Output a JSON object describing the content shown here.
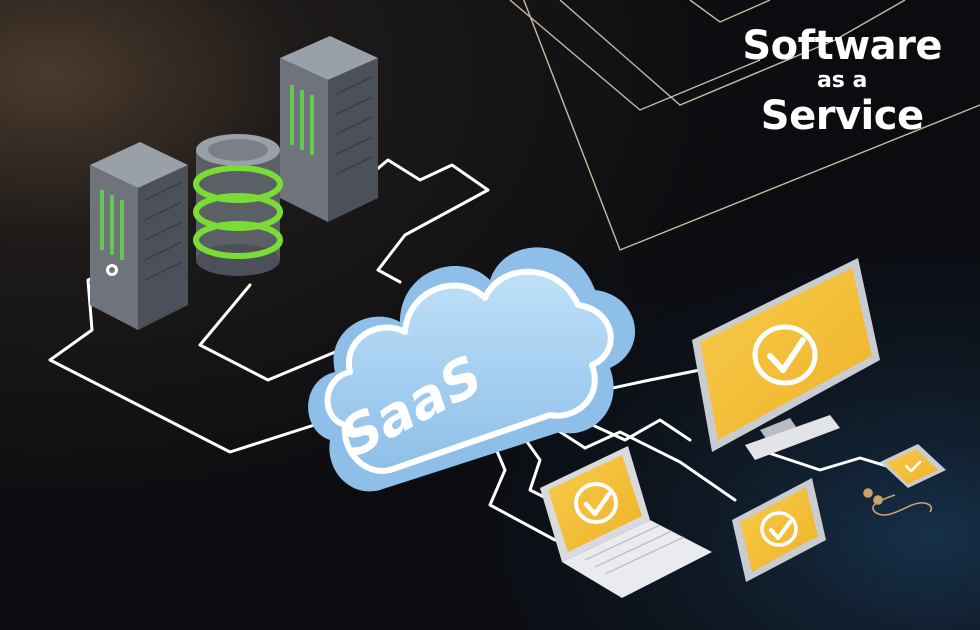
{
  "title": {
    "line1": "Software",
    "line2": "as a",
    "line3": "Service"
  },
  "cloud": {
    "label": "SaaS"
  },
  "colors": {
    "background": "#0b0c10",
    "connector": "#ffffff",
    "cloud_fill": "#a9d2f2",
    "cloud_outline": "#ffffff",
    "cloud_text": "#ffffff",
    "server_body": "#5b5f66",
    "server_led": "#63d24b",
    "database_ring": "#7bdc36",
    "screen_fill": "#f5c13a",
    "device_frame": "#d8dadd",
    "checkmark": "#ffffff",
    "decor_lines": "#e9d9b8"
  },
  "icons": [
    "server-rack-icon",
    "database-icon",
    "cloud-icon",
    "monitor-icon",
    "laptop-icon",
    "tablet-icon",
    "smartphone-icon",
    "checkmark-icon",
    "earphones-icon"
  ]
}
